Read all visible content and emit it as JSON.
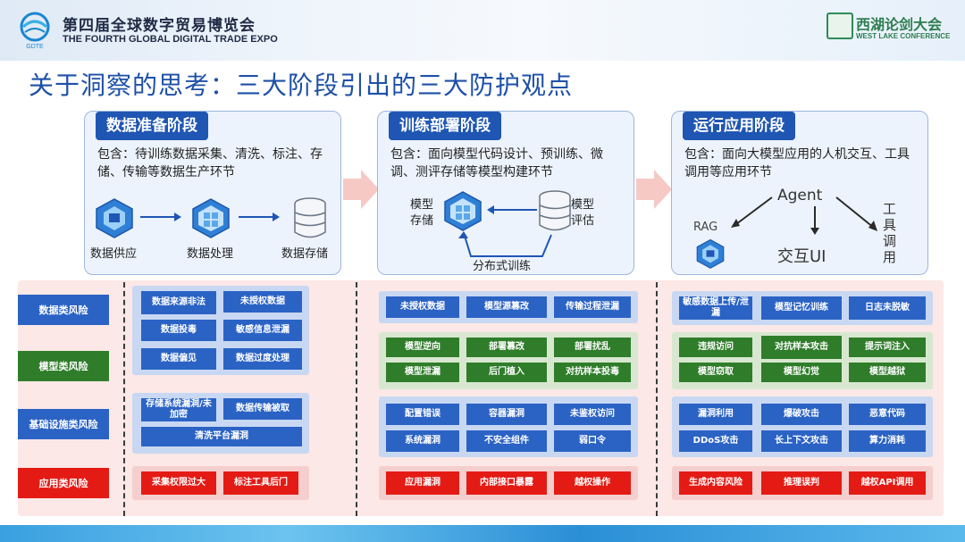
{
  "header": {
    "cn_title": "第四届全球数字贸易博览会",
    "en_title": "THE FOURTH GLOBAL DIGITAL TRADE EXPO",
    "logo_left_text": "GDTE",
    "right_cn": "西湖论剑大会",
    "right_en": "WEST LAKE CONFERENCE"
  },
  "title": {
    "part1": "关于洞察的思考",
    "sep": "：",
    "part2": "三大阶段引出的三大防护观点"
  },
  "stages": [
    {
      "title": "数据准备阶段",
      "desc": "包含：待训练数据采集、清洗、标注、存储、传输等数据生产环节",
      "nodes": [
        "数据供应",
        "数据处理",
        "数据存储"
      ]
    },
    {
      "title": "训练部署阶段",
      "desc": "包含：面向模型代码设计、预训练、微调、测评存储等模型构建环节",
      "nodes": [
        "模型\n存储",
        "模型\n评估",
        "分布式训练"
      ]
    },
    {
      "title": "运行应用阶段",
      "desc": "包含：面向大模型应用的人机交互、工具调用等应用环节",
      "nodes": [
        "Agent",
        "RAG",
        "工\n具\n调\n用",
        "交互UI"
      ]
    }
  ],
  "risk_labels": [
    "数据类风险",
    "模型类风险",
    "基础设施类风险",
    "应用类风险"
  ],
  "colors": {
    "primary_blue": "#1f56b3",
    "data_risk": "#2b63c5",
    "model_risk": "#2f7d2a",
    "app_risk": "#e41b14"
  },
  "risks": {
    "stage1": {
      "data": [
        "数据来源非法",
        "未授权数据",
        "数据投毒",
        "敏感信息泄漏",
        "数据偏见",
        "数据过度处理"
      ],
      "infra": [
        "存储系统漏洞/未加密",
        "数据传输被取",
        "清洗平台漏洞"
      ],
      "app": [
        "采集权限过大",
        "标注工具后门"
      ]
    },
    "stage2": {
      "data": [
        "未授权数据",
        "模型源篡改",
        "传输过程泄漏"
      ],
      "model": [
        "模型逆向",
        "部署篡改",
        "部署扰乱",
        "模型泄漏",
        "后门植入",
        "对抗样本投毒"
      ],
      "infra": [
        "配置错误",
        "容器漏洞",
        "未鉴权访问",
        "系统漏洞",
        "不安全组件",
        "弱口令"
      ],
      "app": [
        "应用漏洞",
        "内部接口暴露",
        "越权操作"
      ]
    },
    "stage3": {
      "data": [
        "敏感数据上传/泄漏",
        "模型记忆训练",
        "日志未脱敏"
      ],
      "model": [
        "违规访问",
        "对抗样本攻击",
        "提示词注入",
        "模型窃取",
        "模型幻觉",
        "模型越狱"
      ],
      "infra": [
        "漏洞利用",
        "爆破攻击",
        "恶意代码",
        "DDoS攻击",
        "长上下文攻击",
        "算力消耗"
      ],
      "app": [
        "生成内容风险",
        "推理误判",
        "越权API调用"
      ]
    }
  }
}
